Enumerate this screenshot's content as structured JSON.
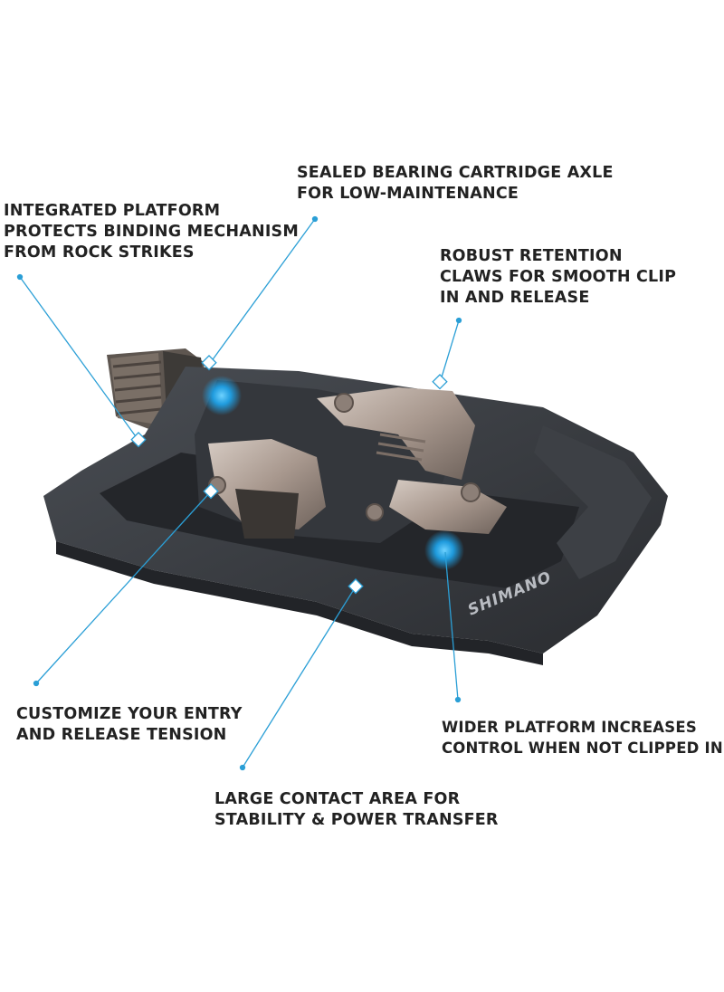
{
  "callouts": {
    "sealed_bearing": [
      "SEALED BEARING CARTRIDGE AXLE",
      "FOR LOW-MAINTENANCE"
    ],
    "integrated_platform": [
      "INTEGRATED PLATFORM",
      "PROTECTS BINDING MECHANISM",
      "FROM ROCK STRIKES"
    ],
    "retention_claws": [
      "ROBUST RETENTION",
      "CLAWS FOR SMOOTH CLIP",
      "IN AND RELEASE"
    ],
    "entry_tension": [
      "CUSTOMIZE YOUR ENTRY",
      "AND RELEASE TENSION"
    ],
    "wider_platform": [
      "WIDER PLATFORM INCREASES",
      "CONTROL WHEN NOT CLIPPED IN"
    ],
    "contact_area": [
      "LARGE CONTACT AREA FOR",
      "STABILITY & POWER TRANSFER"
    ]
  },
  "brand_logo_text": "SHIMANO",
  "colors": {
    "text": "#222222",
    "callout_line": "#2b9fd6",
    "hotspot": "#1ea7f0",
    "pedal_body": "#3a3d42",
    "binding_metal": "#a8988e"
  }
}
